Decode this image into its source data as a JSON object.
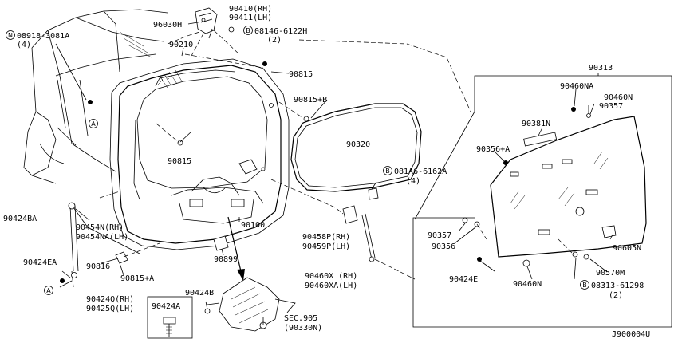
{
  "callouts": {
    "p90410": "90410(RH)",
    "p90411": "90411(LH)",
    "p96030H": "96030H",
    "p08146_a": "08146-6122H",
    "p08146_b": "(2)",
    "p08918_a": "08918-3081A",
    "p08918_b": "(4)",
    "p90210": "90210",
    "p90815": "90815",
    "p90815B": "90815+B",
    "p90313": "90313",
    "p90460NA": "90460NA",
    "p90460N_top": "90460N",
    "p90357_top": "90357",
    "p90381N": "90381N",
    "p90356A": "90356+A",
    "p90320": "90320",
    "p90815_mid": "90815",
    "p081A6_a": "081A6-6162A",
    "p081A6_b": "(4)",
    "p90424BA": "90424BA",
    "p90454N": "90454N(RH)",
    "p90454NA": "90454NA(LH)",
    "p90100": "90100",
    "p90458P": "90458P(RH)",
    "p90459P": "90459P(LH)",
    "p90357_mid": "90357",
    "p90356_mid": "90356",
    "p90605N": "90605N",
    "p90424EA": "90424EA",
    "p90816": "90816",
    "p90815A": "90815+A",
    "p90899": "90899",
    "p90460X": "90460X (RH)",
    "p90460XA": "90460XA(LH)",
    "p90424E": "90424E",
    "p90460N_bot": "90460N",
    "p90570M": "90570M",
    "p08313_a": "08313-61298",
    "p08313_b": "(2)",
    "p90424Q": "90424Q(RH)",
    "p90425Q": "90425Q(LH)",
    "p90424B": "90424B",
    "p90424A": "90424A",
    "sec905_a": "SEC.905",
    "sec905_b": "(90330N)",
    "diagram_id": "J900004U"
  },
  "symbols": {
    "n": "N",
    "b": "B",
    "a": "A"
  },
  "colors": {
    "ink": "#000000",
    "paper": "#ffffff"
  }
}
